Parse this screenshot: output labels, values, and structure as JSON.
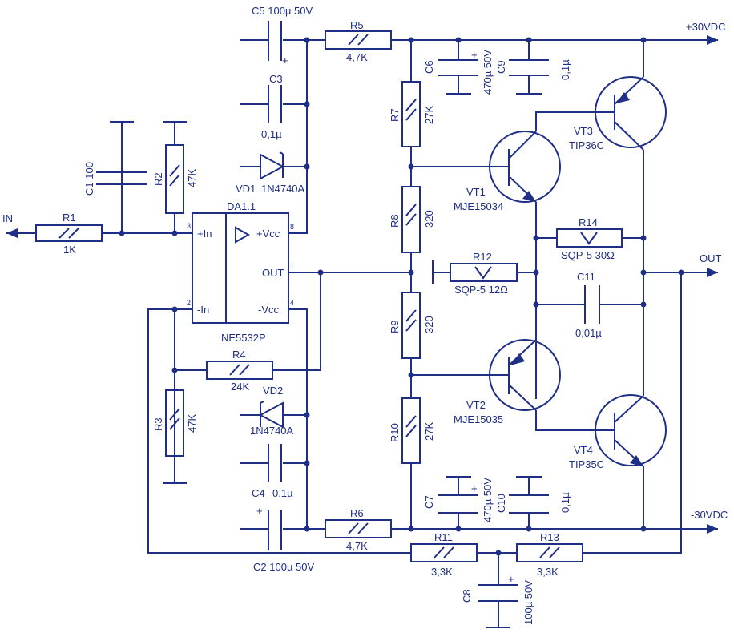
{
  "rails": {
    "pos": "+30VDC",
    "neg": "-30VDC"
  },
  "io": {
    "in": "IN",
    "out": "OUT"
  },
  "opamp": {
    "ref": "DA1.1",
    "part": "NE5532P",
    "pins": {
      "in_p": "+In",
      "in_n": "-In",
      "vcc_p": "+Vcc",
      "vcc_n": "-Vcc",
      "out": "OUT"
    },
    "pin_numbers": {
      "in_p": "3",
      "in_n": "2",
      "vcc_p": "8",
      "vcc_n": "4",
      "out": "1"
    }
  },
  "components": {
    "R1": {
      "ref": "R1",
      "value": "1K"
    },
    "R2": {
      "ref": "R2",
      "value": "47K"
    },
    "R3": {
      "ref": "R3",
      "value": "47K"
    },
    "R4": {
      "ref": "R4",
      "value": "24K"
    },
    "R5": {
      "ref": "R5",
      "value": "4,7K"
    },
    "R6": {
      "ref": "R6",
      "value": "4,7K"
    },
    "R7": {
      "ref": "R7",
      "value": "27K"
    },
    "R8": {
      "ref": "R8",
      "value": "320"
    },
    "R9": {
      "ref": "R9",
      "value": "320"
    },
    "R10": {
      "ref": "R10",
      "value": "27K"
    },
    "R11": {
      "ref": "R11",
      "value": "3,3K"
    },
    "R12": {
      "ref": "R12",
      "value": "SQP-5 12Ω"
    },
    "R13": {
      "ref": "R13",
      "value": "3,3K"
    },
    "R14": {
      "ref": "R14",
      "value": "SQP-5 30Ω"
    },
    "C1": {
      "ref": "C1",
      "value": "100"
    },
    "C2": {
      "ref": "C2",
      "value": "100µ 50V"
    },
    "C3": {
      "ref": "C3",
      "value": "0,1µ"
    },
    "C4": {
      "ref": "C4",
      "value": "0,1µ"
    },
    "C5": {
      "ref": "C5",
      "value": "100µ 50V"
    },
    "C6": {
      "ref": "C6",
      "value": "470µ 50V"
    },
    "C7": {
      "ref": "C7",
      "value": "470µ 50V"
    },
    "C8": {
      "ref": "C8",
      "value": "100µ 50V"
    },
    "C9": {
      "ref": "C9",
      "value": "0,1µ"
    },
    "C10": {
      "ref": "C10",
      "value": "0,1µ"
    },
    "C11": {
      "ref": "C11",
      "value": "0,01µ"
    },
    "VD1": {
      "ref": "VD1",
      "value": "1N4740A"
    },
    "VD2": {
      "ref": "VD2",
      "value": "1N4740A"
    },
    "VT1": {
      "ref": "VT1",
      "value": "MJE15034"
    },
    "VT2": {
      "ref": "VT2",
      "value": "MJE15035"
    },
    "VT3": {
      "ref": "VT3",
      "value": "TIP36C"
    },
    "VT4": {
      "ref": "VT4",
      "value": "TIP35C"
    }
  },
  "polarity_mark": "+"
}
